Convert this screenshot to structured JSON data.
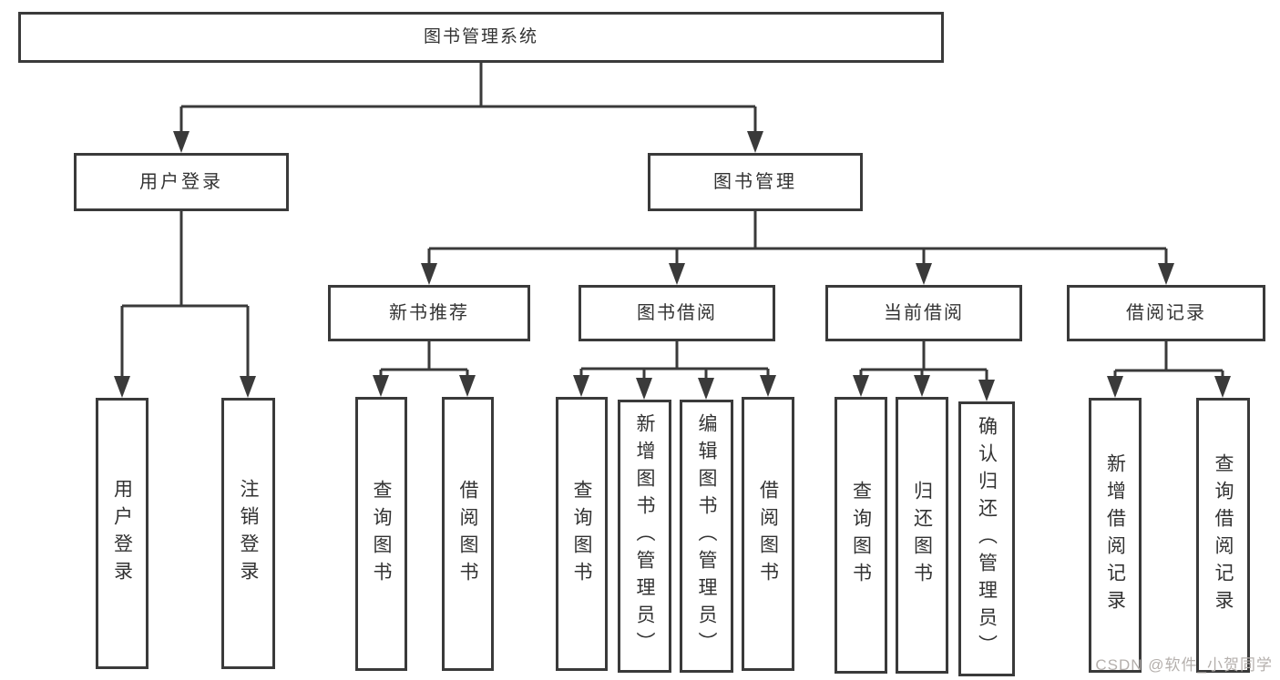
{
  "tree": {
    "label": "图书管理系统",
    "children": [
      {
        "label": "用户登录",
        "children": [
          {
            "label": "用户登录"
          },
          {
            "label": "注销登录"
          }
        ]
      },
      {
        "label": "图书管理",
        "children": [
          {
            "label": "新书推荐",
            "children": [
              {
                "label": "查询图书"
              },
              {
                "label": "借阅图书"
              }
            ]
          },
          {
            "label": "图书借阅",
            "children": [
              {
                "label": "查询图书"
              },
              {
                "label": "新增图书（管理员）"
              },
              {
                "label": "编辑图书（管理员）"
              },
              {
                "label": "借阅图书"
              }
            ]
          },
          {
            "label": "当前借阅",
            "children": [
              {
                "label": "查询图书"
              },
              {
                "label": "归还图书"
              },
              {
                "label": "确认归还（管理员）"
              }
            ]
          },
          {
            "label": "借阅记录",
            "children": [
              {
                "label": "新增借阅记录"
              },
              {
                "label": "查询借阅记录"
              }
            ]
          }
        ]
      }
    ]
  },
  "watermark": "CSDN @软件_小贺同学",
  "colors": {
    "line": "#3a3a3a",
    "text": "#333333",
    "watermark": "#b5b0ad",
    "background": "#ffffff"
  }
}
